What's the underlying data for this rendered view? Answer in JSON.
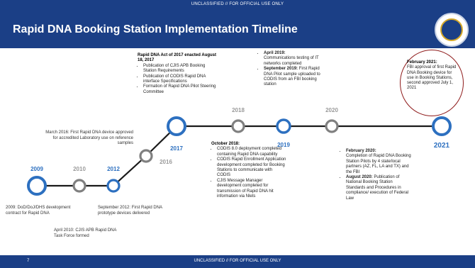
{
  "classification_top": "UNCLASSIFIED // FOR OFFICIAL USE ONLY",
  "classification_bottom": "UNCLASSIFIED // FOR OFFICIAL USE ONLY",
  "title": "Rapid DNA Booking Station Implementation Timeline",
  "page_number": "7",
  "colors": {
    "band": "#1b3f86",
    "node_blue": "#2d70c0",
    "node_grey": "#808080",
    "callout_border": "#8e1a1a"
  },
  "years": {
    "y2009": "2009",
    "y2010": "2010",
    "y2012": "2012",
    "y2016": "2016",
    "y2017": "2017",
    "y2018": "2018",
    "y2019": "2019",
    "y2020": "2020",
    "y2021": "2021"
  },
  "notes": {
    "n2009": "2009: DoD/DoJ/DHS development contract for Rapid DNA",
    "n2010": "April 2010: CJIS APB Rapid DNA Task Force formed",
    "n2012": "September 2012: First Rapid DNA prototype devices delivered",
    "n2016": "March 2016: First Rapid DNA device approved for accredited Laboratory use on reference samples"
  },
  "act2017": {
    "heading": "Rapid DNA Act of 2017 enacted August 18, 2017",
    "bullets": [
      "Publication of CJIS APB Booking Station Requirements",
      "Publication of CODIS Rapid DNA interface Specifications",
      "Formation of Rapid DNA Pilot Steering Committee"
    ]
  },
  "oct2018": {
    "heading": "October 2018:",
    "bullets": [
      "CODIS 8.0 deployment completed containing Rapid DNA capability",
      "CODIS Rapid Enrollment Application development completed for Booking Stations to communicate with CODIS",
      "CJIS Message Manager development completed for transmission of Rapid DNA hit information via Nlets"
    ]
  },
  "y2019_block": {
    "items": [
      {
        "lead": "April 2019:",
        "text": "Communications testing of IT networks completed"
      },
      {
        "lead": "September 2019:",
        "text": "First Rapid DNA Pilot sample uploaded to CODIS from an FBI booking station"
      }
    ]
  },
  "y2020_block": {
    "items": [
      {
        "lead": "February 2020:",
        "text": "Completion of Rapid DNA Booking Station Pilots by 4 state/local partners (AZ, FL, LA and TX) and the FBI"
      },
      {
        "lead": "August 2020:",
        "text": "Publication of National Booking Station Standards and Procedures in compliance/ execution of Federal Law"
      }
    ]
  },
  "callout2021": {
    "lead": "February 2021:",
    "text": "FBI approval of first Rapid DNA Booking device for use in Booking Stations, second approved July 1, 2021"
  }
}
